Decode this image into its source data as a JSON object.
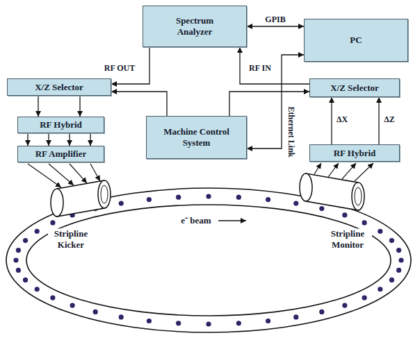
{
  "diagram": {
    "nodes": [
      {
        "text": [
          "Spectrum Analyzer"
        ]
      },
      {
        "text": [
          "PC"
        ]
      },
      {
        "text": [
          "X/Z Selector"
        ]
      },
      {
        "text": [
          "RF Hybrid"
        ]
      },
      {
        "text": [
          "RF Amplifier"
        ]
      },
      {
        "text": [
          "Machine Control System"
        ]
      },
      {
        "text": [
          "X/Z Selector"
        ]
      },
      {
        "text": [
          "RF Hybrid"
        ]
      }
    ],
    "edges": [
      {
        "from": 0,
        "to": 1,
        "label": "GPIB",
        "arrow": "both"
      },
      {
        "from": 0,
        "to": 2,
        "label": "RF OUT",
        "arrow": "to"
      },
      {
        "from": 6,
        "to": 0,
        "label": "RF IN",
        "arrow": "to"
      },
      {
        "from": 1,
        "to": 5,
        "label": "Ethernet Link",
        "arrow": "both"
      },
      {
        "from": 5,
        "to": 2,
        "arrow": "to"
      },
      {
        "from": 5,
        "to": 6,
        "arrow": "to"
      },
      {
        "from": 2,
        "to": 3,
        "arrow": "to"
      },
      {
        "from": 2,
        "to": 3,
        "arrow": "to"
      },
      {
        "from": 3,
        "to": 4,
        "arrow": "to"
      },
      {
        "from": 3,
        "to": 4,
        "arrow": "to"
      },
      {
        "from": 3,
        "to": 4,
        "arrow": "to"
      },
      {
        "from": 3,
        "to": 4,
        "arrow": "to"
      },
      {
        "from": 7,
        "to": 6,
        "label": "ΔX",
        "arrow": "to"
      },
      {
        "from": 7,
        "to": 6,
        "label": "ΔZ",
        "arrow": "to"
      }
    ],
    "labels": [
      "Stripline Kicker",
      "e⁻ beam",
      "Stripline Monitor"
    ]
  }
}
